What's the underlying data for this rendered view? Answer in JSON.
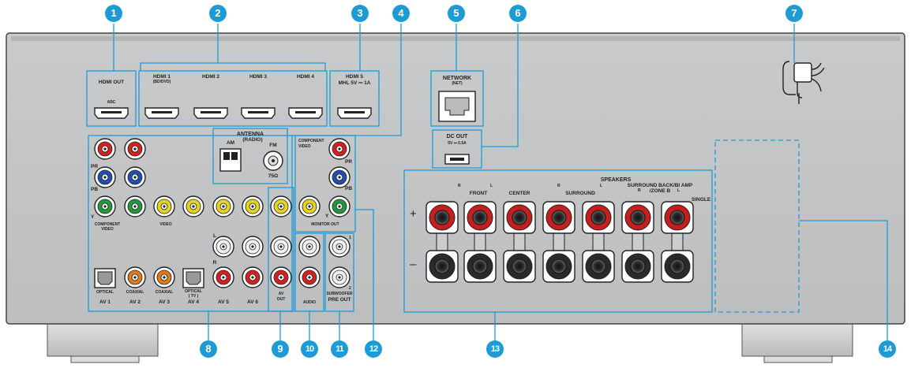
{
  "callouts": [
    "1",
    "2",
    "3",
    "4",
    "5",
    "6",
    "7",
    "8",
    "9",
    "10",
    "11",
    "12",
    "13",
    "14"
  ],
  "hdmi": {
    "out": "HDMI OUT",
    "arc": "ARC",
    "in1": "HDMI 1",
    "in1_sub": "(BD/DVD)",
    "in2": "HDMI 2",
    "in3": "HDMI 3",
    "in4": "HDMI 4",
    "in5": "HDMI 5",
    "mhl": "MHL  5V ⎓ 1A"
  },
  "antenna": {
    "title": "ANTENNA",
    "sub": "(RADIO)",
    "am": "AM",
    "fm": "FM",
    "ohm": "75Ω"
  },
  "network": {
    "title": "NETWORK",
    "sub": "(NET)"
  },
  "dcout": {
    "title": "DC OUT",
    "sub": "5V ⎓ 0.5A"
  },
  "component_left": {
    "pr": "PR",
    "pb": "PB",
    "y": "Y",
    "label1": "COMPONENT",
    "label2": "VIDEO"
  },
  "video_label": "VIDEO",
  "lr": {
    "l": "L",
    "r": "R"
  },
  "optical": "OPTICAL",
  "coaxial": "COAXIAL",
  "optical_tv1": "OPTICAL",
  "optical_tv2": "( TV )",
  "av": {
    "av1": "AV 1",
    "av2": "AV 2",
    "av3": "AV 3",
    "av4": "AV 4",
    "av5": "AV 5",
    "av6": "AV 6"
  },
  "avout": {
    "l1": "AV",
    "l2": "OUT"
  },
  "audio": "AUDIO",
  "monitor": {
    "comp1": "COMPONENT",
    "comp2": "VIDEO",
    "pr": "PR",
    "pb": "PB",
    "y": "Y",
    "out": "MONITOR OUT"
  },
  "sub": {
    "one": "1",
    "two": "2",
    "label1": "SUBWOOFER",
    "label2": "PRE OUT"
  },
  "speakers": {
    "title": "SPEAKERS",
    "front": "FRONT",
    "center": "CENTER",
    "surround": "SURROUND",
    "sb1": "SURROUND BACK/BI AMP",
    "sb2": "/ZONE B",
    "single": "SINGLE",
    "plus": "+",
    "minus": "–"
  }
}
